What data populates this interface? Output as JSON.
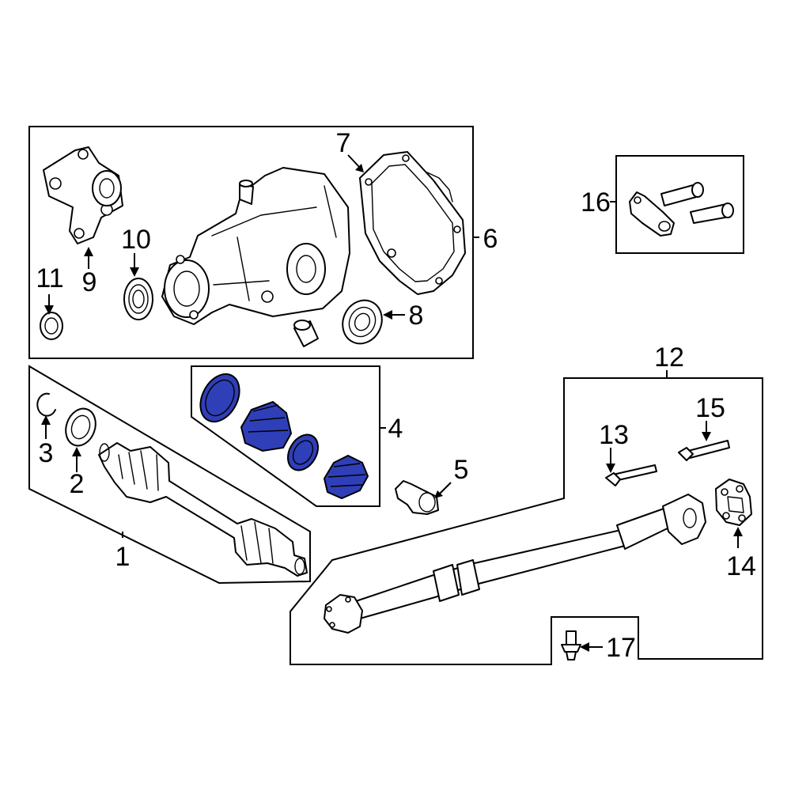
{
  "callouts": {
    "n1": "1",
    "n2": "2",
    "n3": "3",
    "n4": "4",
    "n5": "5",
    "n6": "6",
    "n7": "7",
    "n8": "8",
    "n9": "9",
    "n10": "10",
    "n11": "11",
    "n12": "12",
    "n13": "13",
    "n14": "14",
    "n15": "15",
    "n16": "16",
    "n17": "17"
  },
  "colors": {
    "highlight": "#2f3fb8",
    "line": "#000000",
    "background": "#ffffff"
  }
}
